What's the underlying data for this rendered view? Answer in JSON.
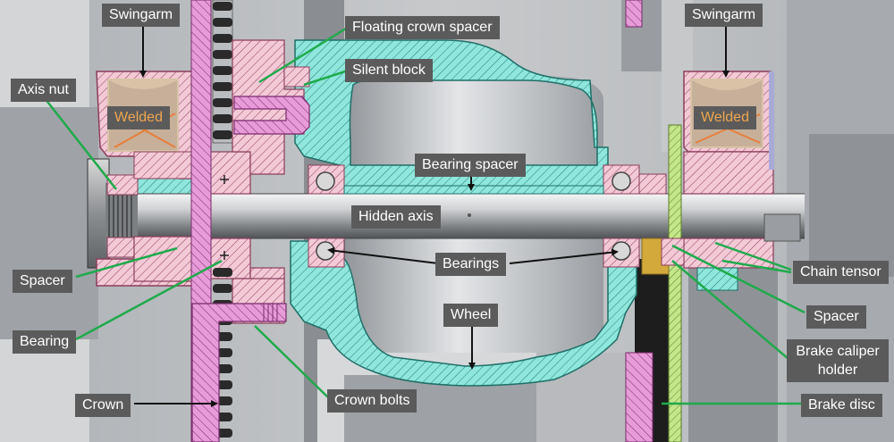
{
  "labels": {
    "swingarm_left": "Swingarm",
    "swingarm_right": "Swingarm",
    "floating_crown_spacer": "Floating crown spacer",
    "silent_block": "Silent block",
    "axis_nut": "Axis nut",
    "welded_left": "Welded",
    "welded_right": "Welded",
    "bearing_spacer": "Bearing spacer",
    "hidden_axis": "Hidden axis",
    "bearings": "Bearings",
    "spacer_left": "Spacer",
    "bearing": "Bearing",
    "wheel": "Wheel",
    "crown": "Crown",
    "crown_bolts": "Crown bolts",
    "chain_tensor": "Chain tensor",
    "spacer_right": "Spacer",
    "brake_caliper_holder_l1": "Brake caliper",
    "brake_caliper_holder_l2": "holder",
    "brake_disc": "Brake disc"
  },
  "colors": {
    "label_bg": "#5b5b5b",
    "label_text": "#ffffff",
    "welded_text": "#f0a64e",
    "leader_green": "#1faa4b",
    "leader_black": "#111111",
    "section_cyan": "#8fe6dc",
    "section_pink": "#f3c9d6",
    "section_magenta": "#e79bd8",
    "disc_green": "#c4e68a"
  }
}
